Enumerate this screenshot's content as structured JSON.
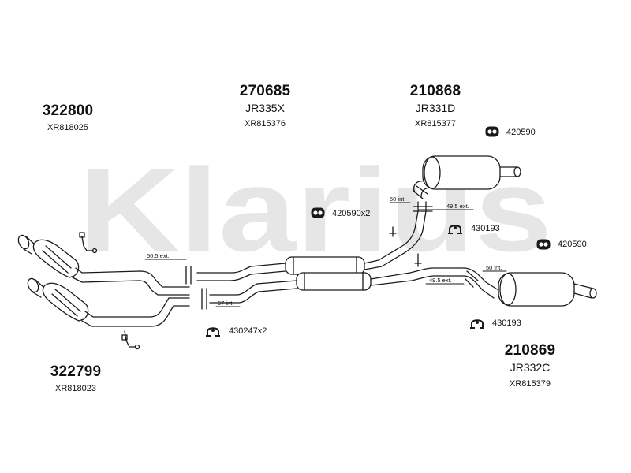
{
  "watermark": {
    "brand": "Klarius",
    "color": "#e6e6e6"
  },
  "colors": {
    "line": "#1a1a1a",
    "part_fill": "#ffffff"
  },
  "parts": [
    {
      "id": "front_left_cat",
      "number": "322800",
      "ref": "XR818025"
    },
    {
      "id": "centre_silencer",
      "number": "270685",
      "code": "JR335X",
      "ref": "XR815376"
    },
    {
      "id": "rear_box_upper",
      "number": "210868",
      "code": "JR331D",
      "ref": "XR815377"
    },
    {
      "id": "front_right_cat",
      "number": "322799",
      "ref": "XR818023"
    },
    {
      "id": "rear_box_lower",
      "number": "210869",
      "code": "JR332C",
      "ref": "XR815379"
    }
  ],
  "accessories": [
    {
      "id": "acc_420590_a",
      "label": "420590",
      "icon": "rubber-hanger-icon"
    },
    {
      "id": "acc_420590_x2",
      "label": "420590x2",
      "icon": "rubber-hanger-icon"
    },
    {
      "id": "acc_430193_a",
      "label": "430193",
      "icon": "clamp-icon"
    },
    {
      "id": "acc_420590_b",
      "label": "420590",
      "icon": "rubber-hanger-icon"
    },
    {
      "id": "acc_430247_x2",
      "label": "430247x2",
      "icon": "clamp-icon"
    },
    {
      "id": "acc_430193_b",
      "label": "430193",
      "icon": "clamp-icon"
    }
  ],
  "dimensions": {
    "d1": "56.5 ext.",
    "d2": "57 int.",
    "d3": "50 int.",
    "d4": "49.5 ext.",
    "d5": "50 int.",
    "d6": "49.5 ext."
  }
}
